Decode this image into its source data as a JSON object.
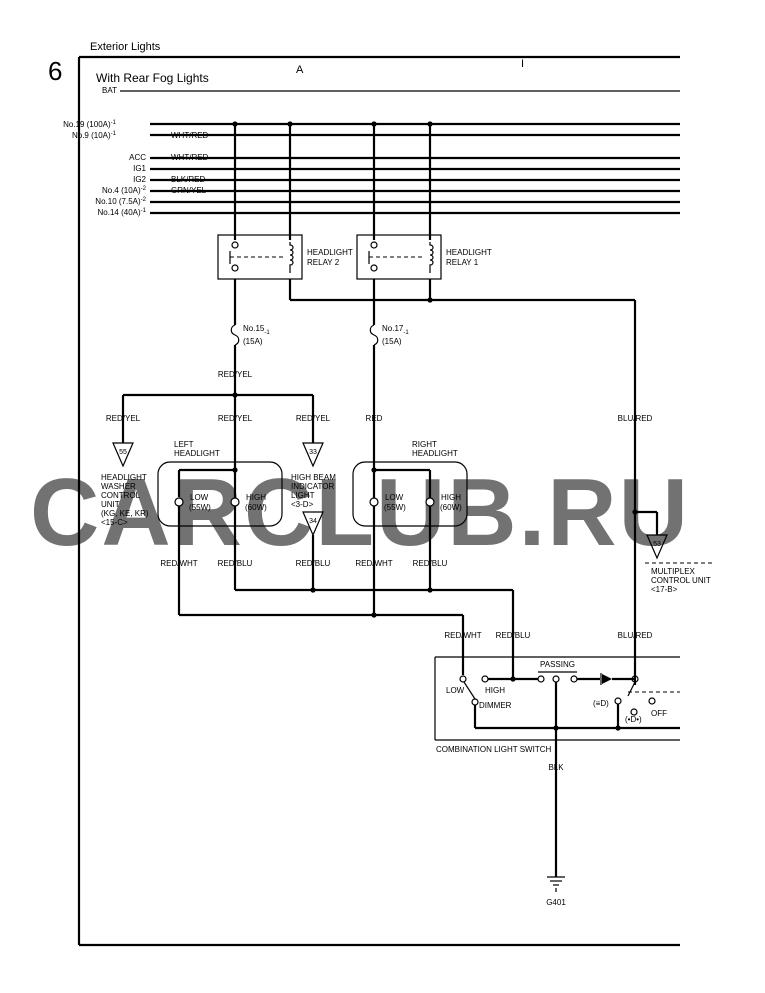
{
  "header": {
    "section": "Exterior Lights",
    "page_num": "6",
    "subtitle": "With Rear Fog Lights",
    "grid_a": "A",
    "grid_mark": "I"
  },
  "watermark": "CARCLUB.RU",
  "power_lines": [
    {
      "label": "BAT",
      "wire": ""
    },
    {
      "label": "No.19 (100A)",
      "sup": "-1",
      "wire": ""
    },
    {
      "label": "No.9 (10A)",
      "sup": "-1",
      "wire": "WHT/RED"
    },
    {
      "label": "ACC",
      "wire": "WHT/RED"
    },
    {
      "label": "IG1",
      "wire": ""
    },
    {
      "label": "IG2",
      "wire": "BLK/RED"
    },
    {
      "label": "No.4 (10A)",
      "sup": "-2",
      "wire": "GRN/YEL"
    },
    {
      "label": "No.10 (7.5A)",
      "sup": "-2",
      "wire": ""
    },
    {
      "label": "No.14 (40A)",
      "sup": "-1",
      "wire": ""
    }
  ],
  "relays": {
    "relay2": {
      "line1": "HEADLIGHT",
      "line2": "RELAY 2"
    },
    "relay1": {
      "line1": "HEADLIGHT",
      "line2": "RELAY 1"
    }
  },
  "fuses": {
    "f15": {
      "line1": "No.15",
      "line2": "(15A)",
      "sup": "-1"
    },
    "f17": {
      "line1": "No.17",
      "line2": "(15A)",
      "sup": "-1"
    }
  },
  "wires": {
    "red_yel": "RED/YEL",
    "red": "RED",
    "blu_red": "BLU/RED",
    "red_wht": "RED/WHT",
    "red_blu": "RED/BLU",
    "blk": "BLK"
  },
  "connectors": {
    "c55": "55",
    "c33": "33",
    "c34": "34",
    "c53": "53"
  },
  "washer_unit": {
    "l1": "HEADLIGHT",
    "l2": "WASHER",
    "l3": "CONTROL",
    "l4": "UNIT",
    "l5": "(KG, KE, KR)",
    "l6": "<15-C>"
  },
  "left_headlight": {
    "l1": "LEFT",
    "l2": "HEADLIGHT",
    "low": "LOW",
    "low_w": "(55W)",
    "high": "HIGH",
    "high_w": "(60W)"
  },
  "right_headlight": {
    "l1": "RIGHT",
    "l2": "HEADLIGHT",
    "low": "LOW",
    "low_w": "(55W)",
    "high": "HIGH",
    "high_w": "(60W)"
  },
  "indicator": {
    "l1": "HIGH BEAM",
    "l2": "INDICATOR",
    "l3": "LIGHT",
    "l4": "<3-D>"
  },
  "multiplex": {
    "l1": "MULTIPLEX",
    "l2": "CONTROL UNIT",
    "l3": "<17-B>"
  },
  "switch": {
    "name": "COMBINATION LIGHT SWITCH",
    "passing": "PASSING",
    "low": "LOW",
    "high": "HIGH",
    "dimmer": "DIMMER",
    "pos1": "(≡D)",
    "pos2": "(•D•)",
    "off": "OFF"
  },
  "ground": {
    "label": "G401"
  }
}
